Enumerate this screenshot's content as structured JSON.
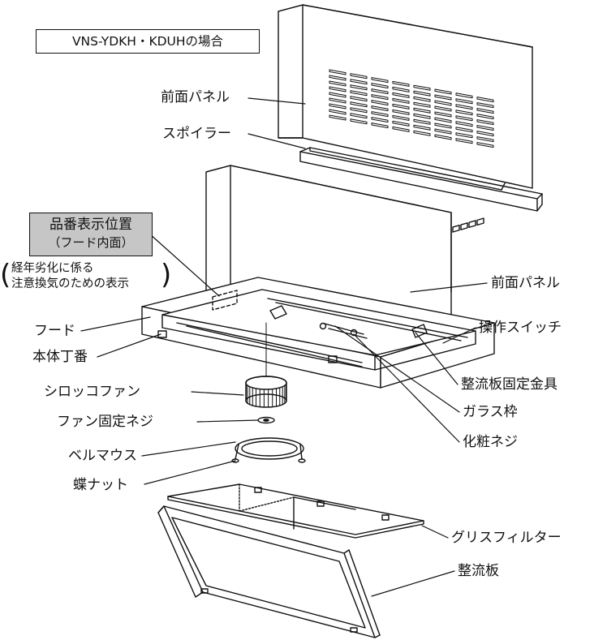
{
  "title": "VNS-YDKH・KDUHの場合",
  "position_label": {
    "line1": "品番表示位置",
    "line2": "（フード内面）"
  },
  "note": {
    "line1": "経年劣化に係る",
    "line2": "注意換気のための表示"
  },
  "labels": {
    "front_panel_top": "前面パネル",
    "spoiler": "スポイラー",
    "front_panel_mid": "前面パネル",
    "hood": "フード",
    "operation_switch": "操作スイッチ",
    "body_hinge": "本体丁番",
    "flow_plate_bracket": "整流板固定金具",
    "sirocco_fan": "シロッコファン",
    "glass_frame": "ガラス枠",
    "fan_screw": "ファン固定ネジ",
    "decorative_screw": "化粧ネジ",
    "bell_mouth": "ベルマウス",
    "butterfly_nut": "蝶ナット",
    "grease_filter": "グリスフィルター",
    "flow_plate": "整流板"
  }
}
